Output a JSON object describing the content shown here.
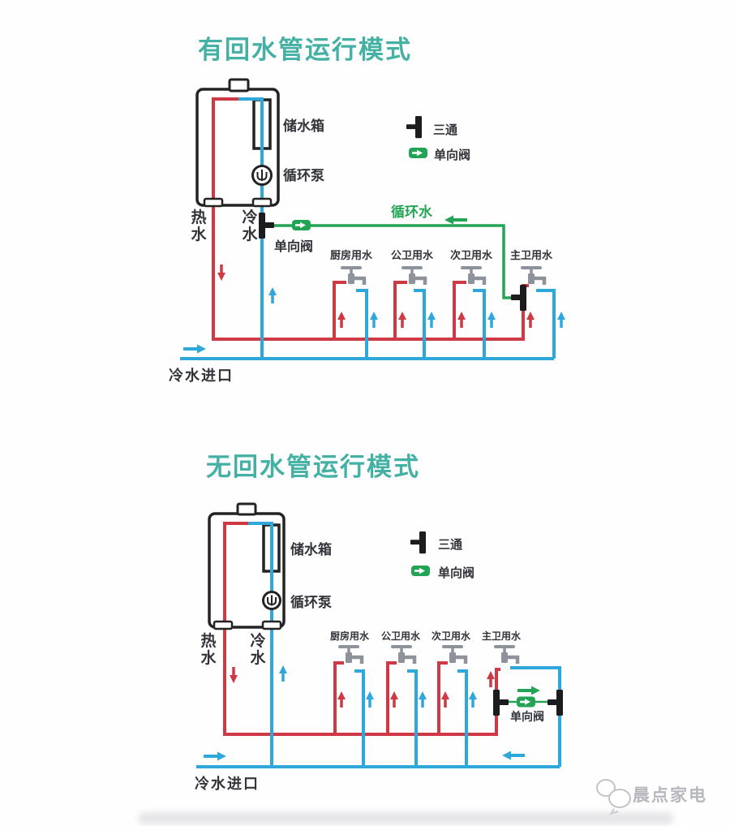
{
  "colors": {
    "hot_pipe": "#cf3944",
    "cold_pipe": "#2ea7da",
    "circulation_pipe": "#23a455",
    "title_teal": "#45b1a4",
    "fitting_black": "#1c1c1e",
    "faucet_gray": "#8d929b",
    "label_dark": "#33343a",
    "footer_gray": "#b6b7bd"
  },
  "icons": {
    "tee": "tee-icon",
    "check_valve": "check-valve-icon",
    "faucet": "faucet-icon",
    "pump": "pump-icon",
    "brand_logo": "chat-bubbles-logo"
  },
  "diagram1": {
    "title": "有回水管运行模式",
    "storage_tank": "储水箱",
    "pump": "循环泵",
    "hot_water": "热水",
    "cold_water": "冷水",
    "check_valve": "单向阀",
    "circulating_water": "循环水",
    "cold_water_inlet": "冷水进口",
    "legend": {
      "tee": "三通",
      "check_valve": "单向阀"
    },
    "taps": [
      "厨房用水",
      "公卫用水",
      "次卫用水",
      "主卫用水"
    ]
  },
  "diagram2": {
    "title": "无回水管运行模式",
    "storage_tank": "储水箱",
    "pump": "循环泵",
    "hot_water": "热水",
    "cold_water": "冷水",
    "check_valve": "单向阀",
    "cold_water_inlet": "冷水进口",
    "legend": {
      "tee": "三通",
      "check_valve": "单向阀"
    },
    "taps": [
      "厨房用水",
      "公卫用水",
      "次卫用水",
      "主卫用水"
    ]
  },
  "footer": {
    "brand": "晨点家电"
  }
}
